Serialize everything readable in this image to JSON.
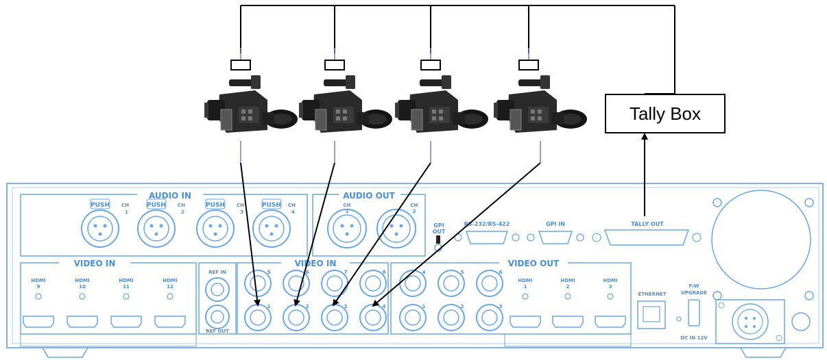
{
  "tally_box": {
    "label": "Tally Box"
  },
  "panel": {
    "audio_in": {
      "title": "AUDIO IN",
      "channels": [
        {
          "push": "PUSH",
          "ch": "CH",
          "num": "1"
        },
        {
          "push": "PUSH",
          "ch": "CH",
          "num": "2"
        },
        {
          "push": "PUSH",
          "ch": "CH",
          "num": "3"
        },
        {
          "push": "PUSH",
          "ch": "CH",
          "num": "4"
        }
      ]
    },
    "audio_out": {
      "title": "AUDIO OUT",
      "channels": [
        {
          "ch": "CH",
          "num": "1"
        },
        {
          "ch": "CH",
          "num": "2"
        }
      ]
    },
    "gpi_out": {
      "line1": "GPI",
      "line2": "OUT"
    },
    "rs232": "RS-232/RS-422",
    "gpi_in": "GPI IN",
    "tally_out": "TALLY OUT",
    "video_in_hdmi": {
      "title": "VIDEO IN",
      "ports": [
        {
          "label": "HDMI",
          "num": "9"
        },
        {
          "label": "HDMI",
          "num": "10"
        },
        {
          "label": "HDMI",
          "num": "11"
        },
        {
          "label": "HDMI",
          "num": "12"
        }
      ]
    },
    "ref_in": "REF IN",
    "ref_out": "REF OUT",
    "video_in_sdi": {
      "title": "VIDEO IN",
      "top_nums": [
        "5",
        "6",
        "7",
        "8"
      ],
      "bottom_nums": [
        "1",
        "2",
        "3",
        "4"
      ]
    },
    "video_out": {
      "title": "VIDEO OUT",
      "sdi_top": [
        "4",
        "5",
        "6"
      ],
      "sdi_bottom": [
        "1",
        "2",
        "3"
      ],
      "hdmi": [
        {
          "label": "HDMI",
          "num": "1"
        },
        {
          "label": "HDMI",
          "num": "2"
        },
        {
          "label": "HDMI",
          "num": "3"
        }
      ]
    },
    "ethernet": "ETHERNET",
    "fw_upgrade": {
      "line1": "F/W",
      "line2": "UPGRADE"
    },
    "dc_in": "DC IN 12V"
  }
}
